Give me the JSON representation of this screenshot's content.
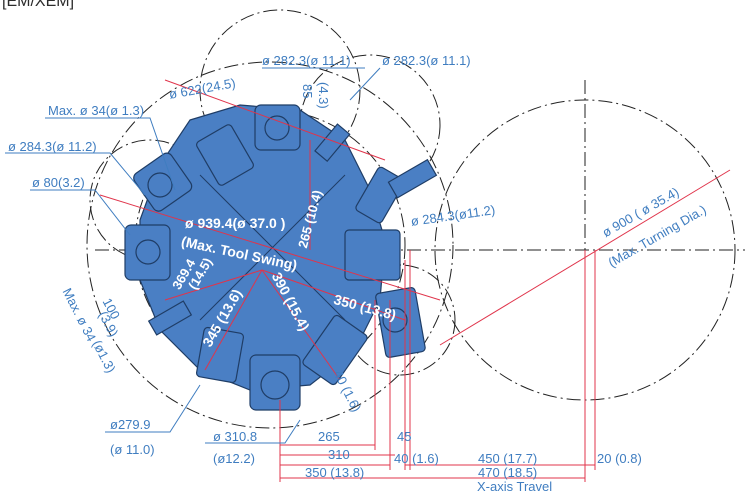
{
  "header": {
    "text": "[EM/XEM]"
  },
  "colors": {
    "turret": "#4a7fc4",
    "turret_dark": "#2f5d96",
    "dim_line": "#e0344b",
    "label": "#3f7dc0"
  },
  "labels": {
    "top_dia_a": "ø 282.3(ø 11.1)",
    "top_dia_b": "ø 282.3(ø 11.1)",
    "dia_622": "ø 622(24.5)",
    "dim_85": "85",
    "dim_85_in": "(4.3)",
    "max_34_top": "Max. ø 34(ø 1.3)",
    "dia_284_left": "ø 284.3(ø 11.2)",
    "dia_80": "ø 80(3.2)",
    "dim_265": "265 (10.4)",
    "swing_a": "ø 939.4(ø 37.0 )",
    "swing_b": "(Max. Tool Swing)",
    "dia_284_right": "ø 284.3(ø11.2)",
    "dim_369": "369.4",
    "dim_369_in": "(14.5)",
    "dim_350_diag": "350 (13.8)",
    "dim_100": "100",
    "dim_100_in": "(3.9)",
    "dim_345": "345 (13.6)",
    "dim_390": "390 (15.4)",
    "max_34_left_a": "Max. ø 34",
    "max_34_left_b": "(ø1.3)",
    "dim_40_diag": "40 (1.6)",
    "dia_279": "ø279.9",
    "dia_279_in": "(ø 11.0)",
    "dia_310": "ø 310.8",
    "dia_310_in": "(ø12.2)",
    "dia_900": "ø 900 ( ø 35.4)",
    "max_turn": "(Max. Turning Dia.)",
    "b_265": "265",
    "b_45": "45",
    "b_310": "310",
    "b_40": "40 (1.6)",
    "b_450": "450 (17.7)",
    "b_20": "20 (0.8)",
    "b_350": "350 (13.8)",
    "b_470": "470 (18.5)",
    "x_axis": "X-axis Travel"
  }
}
